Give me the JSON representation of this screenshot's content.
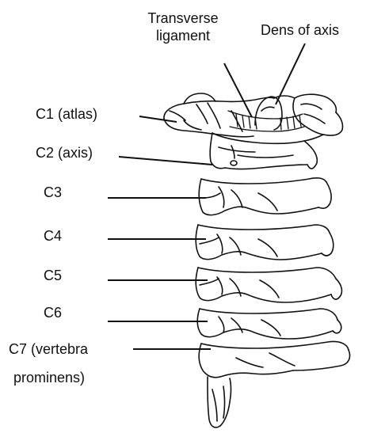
{
  "labels": {
    "transverse_line1": "Transverse",
    "transverse_line2": "ligament",
    "dens": "Dens of axis",
    "c1": "C1 (atlas)",
    "c2": "C2 (axis)",
    "c3": "C3",
    "c4": "C4",
    "c5": "C5",
    "c6": "C6",
    "c7_line1": "C7 (vertebra",
    "c7_line2": "prominens)"
  },
  "colors": {
    "ink": "#111111",
    "background": "#ffffff"
  }
}
